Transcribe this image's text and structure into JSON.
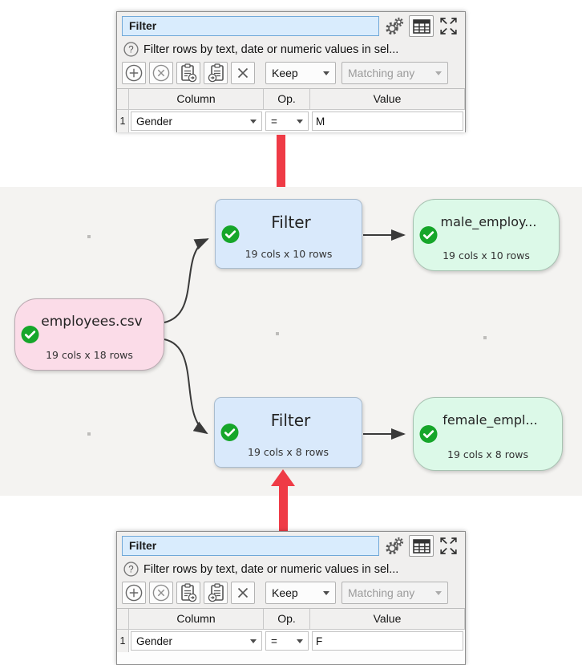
{
  "colors": {
    "canvas_bg": "#f4f3f1",
    "node_source_bg": "#fbdce8",
    "node_transform_bg": "#d9e9fb",
    "node_output_bg": "#dcf9e8",
    "status_ok": "#16a62a",
    "arrow_red": "#ef3b46",
    "edge": "#3a3a3a",
    "title_field_bg": "#d9ecfd",
    "title_field_border": "#70a8d8"
  },
  "icons": {
    "settings": "gear-icon",
    "table_view": "table-icon",
    "expand": "expand-arrows-icon",
    "help": "question-circle-icon",
    "add": "plus-circle-icon",
    "remove": "x-circle-icon",
    "copy": "clipboard-copy-icon",
    "paste": "clipboard-paste-icon",
    "delete": "x-icon",
    "status": "green-check-icon"
  },
  "panel_top": {
    "title": "Filter",
    "help_text": "Filter rows by text, date or numeric values in sel...",
    "toolbar": {
      "keep_label": "Keep",
      "matching_label": "Matching any"
    },
    "table": {
      "headers": {
        "column": "Column",
        "op": "Op.",
        "value": "Value"
      },
      "row": {
        "num": "1",
        "column": "Gender",
        "op": "=",
        "value": "M"
      }
    }
  },
  "panel_bottom": {
    "title": "Filter",
    "help_text": "Filter rows by text, date or numeric values in sel...",
    "toolbar": {
      "keep_label": "Keep",
      "matching_label": "Matching any"
    },
    "table": {
      "headers": {
        "column": "Column",
        "op": "Op.",
        "value": "Value"
      },
      "row": {
        "num": "1",
        "column": "Gender",
        "op": "=",
        "value": "F"
      }
    }
  },
  "canvas": {
    "nodes": {
      "source": {
        "title": "employees.csv",
        "stats": "19 cols x 18 rows"
      },
      "filter_top": {
        "title": "Filter",
        "stats": "19 cols x 10 rows"
      },
      "output_top": {
        "title": "male_employ...",
        "stats": "19 cols x 10 rows"
      },
      "filter_bottom": {
        "title": "Filter",
        "stats": "19 cols x 8 rows"
      },
      "output_bottom": {
        "title": "female_empl...",
        "stats": "19 cols x 8 rows"
      }
    }
  }
}
